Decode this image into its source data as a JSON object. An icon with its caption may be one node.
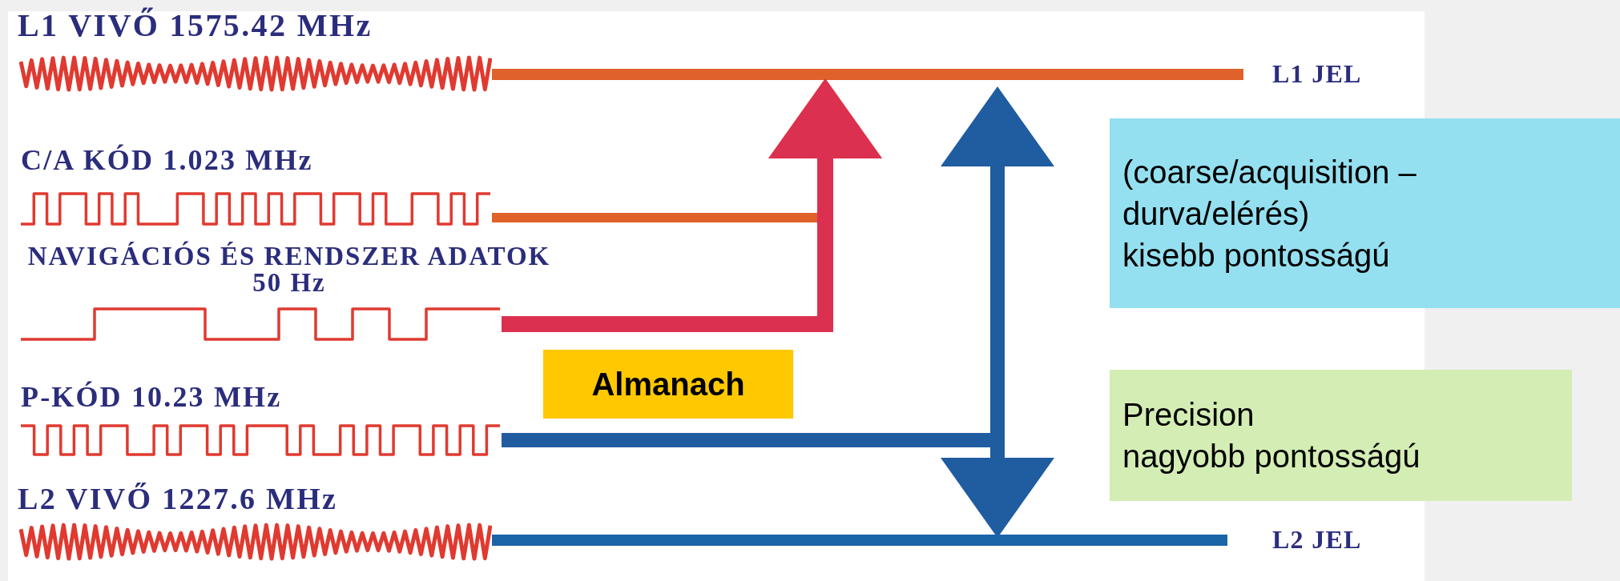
{
  "diagram": {
    "nodes": [
      {
        "text": [],
        "shape": "wave",
        "beside": [
          "L1 VIVŐ 1575.42 MHz"
        ]
      },
      {
        "text": [],
        "shape": "wave",
        "beside": [
          "C/A KÓD 1.023 MHz"
        ]
      },
      {
        "text": [],
        "shape": "wave",
        "beside": [
          "NAVIGÁCIÓS ÉS RENDSZER ADATOK 50 Hz"
        ]
      },
      {
        "text": [],
        "shape": "wave",
        "beside": [
          "P-KÓD 10.23 MHz"
        ]
      },
      {
        "text": [],
        "shape": "wave",
        "beside": [
          "L2 VIVŐ 1227.6 MHz"
        ]
      },
      {
        "text": [
          "L1 JEL"
        ]
      },
      {
        "text": [
          "L2 JEL"
        ]
      },
      {
        "text": [
          "Almanach"
        ]
      },
      {
        "text": [
          "(coarse/acquisition – durva/elérés)",
          "kisebb pontosságú"
        ]
      },
      {
        "text": [
          "Precision",
          "nagyobb pontosságú"
        ]
      }
    ],
    "edges": [
      {
        "from": 0,
        "to": 5,
        "arrow": "none",
        "color": "#e0622a"
      },
      {
        "from": 1,
        "to": null,
        "arrow": "to",
        "color": "#e0622a"
      },
      {
        "from": 2,
        "to": null,
        "arrow": "to",
        "color": "#dc3050"
      },
      {
        "from": 3,
        "to": null,
        "arrow": "to",
        "color": "#205ca0"
      },
      {
        "from": 3,
        "to": null,
        "arrow": "to",
        "color": "#205ca0"
      },
      {
        "from": 4,
        "to": 6,
        "arrow": "none",
        "color": "#1a64a8"
      }
    ]
  }
}
